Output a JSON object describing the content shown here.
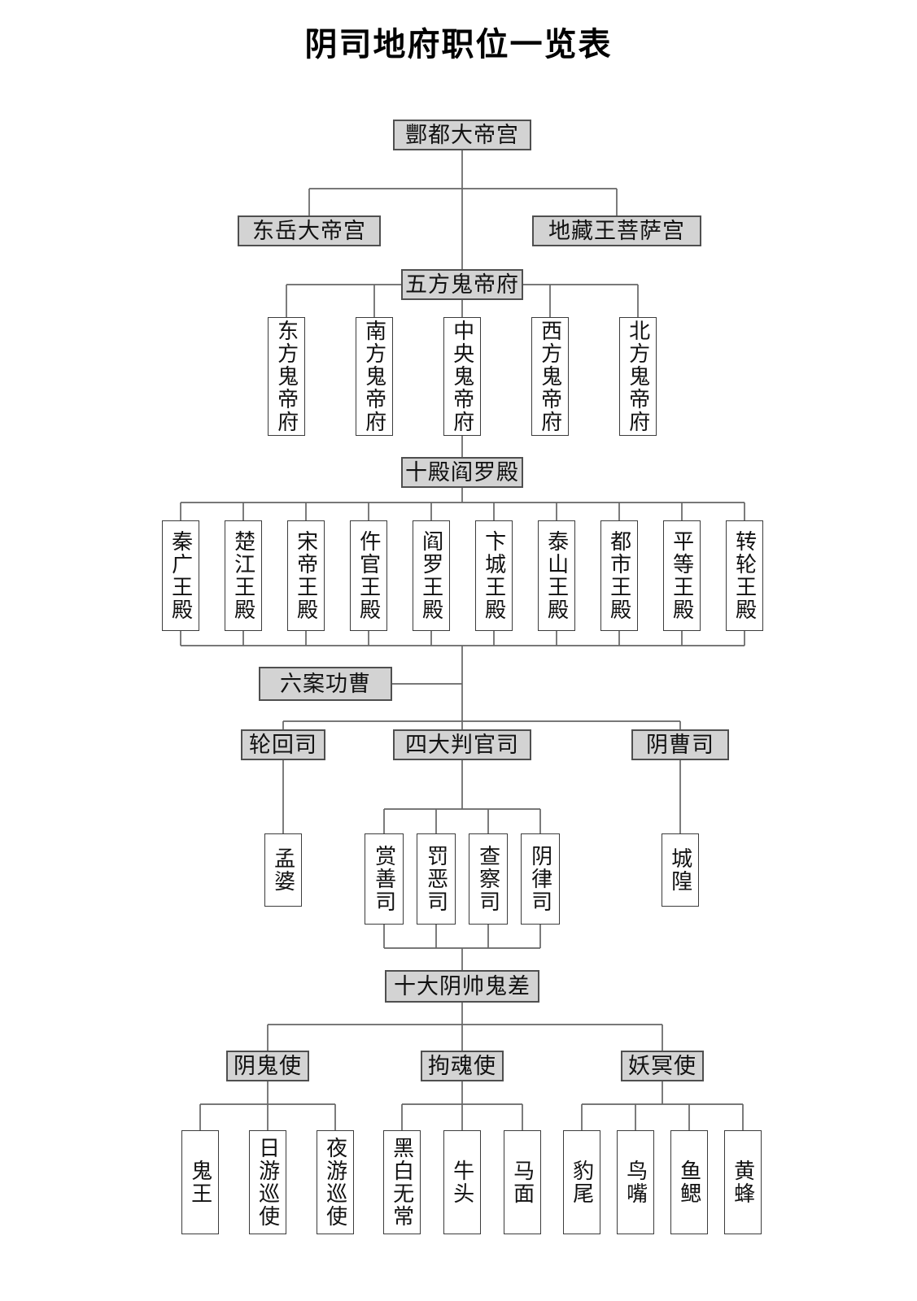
{
  "title": "阴司地府职位一览表",
  "colors": {
    "box_fill": "#d3d3d3",
    "box_border": "#4f4f4f",
    "white_box_border": "#3c3c3c",
    "connector_line": "#666666",
    "text": "#111111"
  },
  "nodes": {
    "fengdu": {
      "label": "酆都大帝宫"
    },
    "dongyue": {
      "label": "东岳大帝宫"
    },
    "dizang": {
      "label": "地藏王菩萨宫"
    },
    "wufang": {
      "label": "五方鬼帝府"
    },
    "dongfang": {
      "label": "东方鬼帝府"
    },
    "nanfang": {
      "label": "南方鬼帝府"
    },
    "zhongyang": {
      "label": "中央鬼帝府"
    },
    "xifang": {
      "label": "西方鬼帝府"
    },
    "beifang": {
      "label": "北方鬼帝府"
    },
    "shidian": {
      "label": "十殿阎罗殿"
    },
    "qinguang": {
      "label": "秦广王殿"
    },
    "chujiang": {
      "label": "楚江王殿"
    },
    "songdi": {
      "label": "宋帝王殿"
    },
    "wuguan": {
      "label": "仵官王殿"
    },
    "yanluo": {
      "label": "阎罗王殿"
    },
    "biancheng": {
      "label": "卞城王殿"
    },
    "taishan": {
      "label": "泰山王殿"
    },
    "dushi": {
      "label": "都市王殿"
    },
    "pingdeng": {
      "label": "平等王殿"
    },
    "zhuanlun": {
      "label": "转轮王殿"
    },
    "liuan": {
      "label": "六案功曹"
    },
    "lunhui": {
      "label": "轮回司"
    },
    "sipanguan": {
      "label": "四大判官司"
    },
    "yincao": {
      "label": "阴曹司"
    },
    "mengpo": {
      "label": "孟婆"
    },
    "shangshan": {
      "label": "赏善司"
    },
    "fae": {
      "label": "罚恶司"
    },
    "chacha": {
      "label": "查察司"
    },
    "yinlv": {
      "label": "阴律司"
    },
    "chenghuang": {
      "label": "城隍"
    },
    "shidayin": {
      "label": "十大阴帅鬼差"
    },
    "yingui": {
      "label": "阴鬼使"
    },
    "juhun": {
      "label": "拘魂使"
    },
    "yaoming": {
      "label": "妖冥使"
    },
    "guiwang": {
      "label": "鬼王"
    },
    "riyou": {
      "label": "日游巡使"
    },
    "yeyou": {
      "label": "夜游巡使"
    },
    "heibai": {
      "label": "黑白无常"
    },
    "niutou": {
      "label": "牛头"
    },
    "mamian": {
      "label": "马面"
    },
    "baowei": {
      "label": "豹尾"
    },
    "niaozui": {
      "label": "鸟嘴"
    },
    "yusai": {
      "label": "鱼鳃"
    },
    "huangfeng": {
      "label": "黄蜂"
    }
  }
}
